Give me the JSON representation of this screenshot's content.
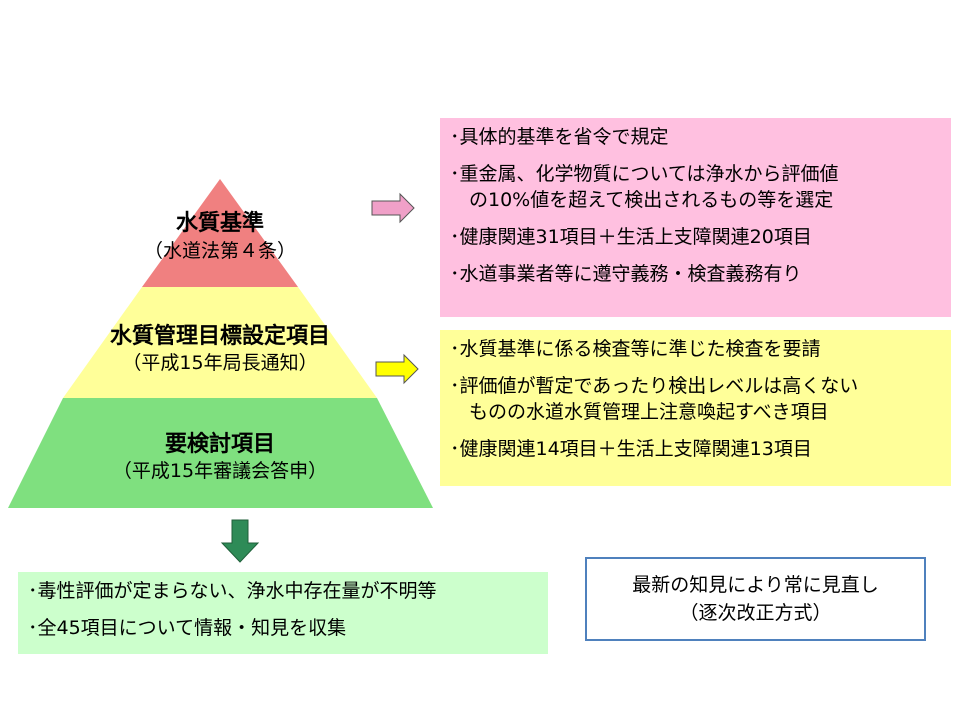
{
  "pyramid": {
    "tiers": [
      {
        "title": "水質基準",
        "subtitle": "（水道法第４条）",
        "color": "#f08080"
      },
      {
        "title": "水質管理目標設定項目",
        "subtitle": "（平成15年局長通知）",
        "color": "#ffff99"
      },
      {
        "title": "要検討項目",
        "subtitle": "（平成15年審議会答申）",
        "color": "#7fe07f"
      }
    ]
  },
  "arrows": {
    "pink_color": "#f0a0c8",
    "yellow_color": "#ffff00",
    "down_color": "#2e8b57"
  },
  "boxes": {
    "pink": {
      "color": "#ffc0e0",
      "items": [
        "･具体的基準を省令で規定",
        "･重金属、化学物質については浄水から評価値\n　の10%値を超えて検出されるもの等を選定",
        "･健康関連31項目＋生活上支障関連20項目",
        "･水道事業者等に遵守義務・検査義務有り"
      ]
    },
    "yellow": {
      "color": "#ffff99",
      "items": [
        "･水質基準に係る検査等に準じた検査を要請",
        "･評価値が暫定であったり検出レベルは高くない\n　ものの水道水質管理上注意喚起すべき項目",
        "･健康関連14項目＋生活上支障関連13項目"
      ]
    },
    "green": {
      "color": "#ccffcc",
      "items": [
        "･毒性評価が定まらない、浄水中存在量が不明等",
        "･全45項目について情報・知見を収集"
      ]
    },
    "blue": {
      "line1": "最新の知見により常に見直し",
      "line2": "（逐次改正方式）"
    }
  }
}
